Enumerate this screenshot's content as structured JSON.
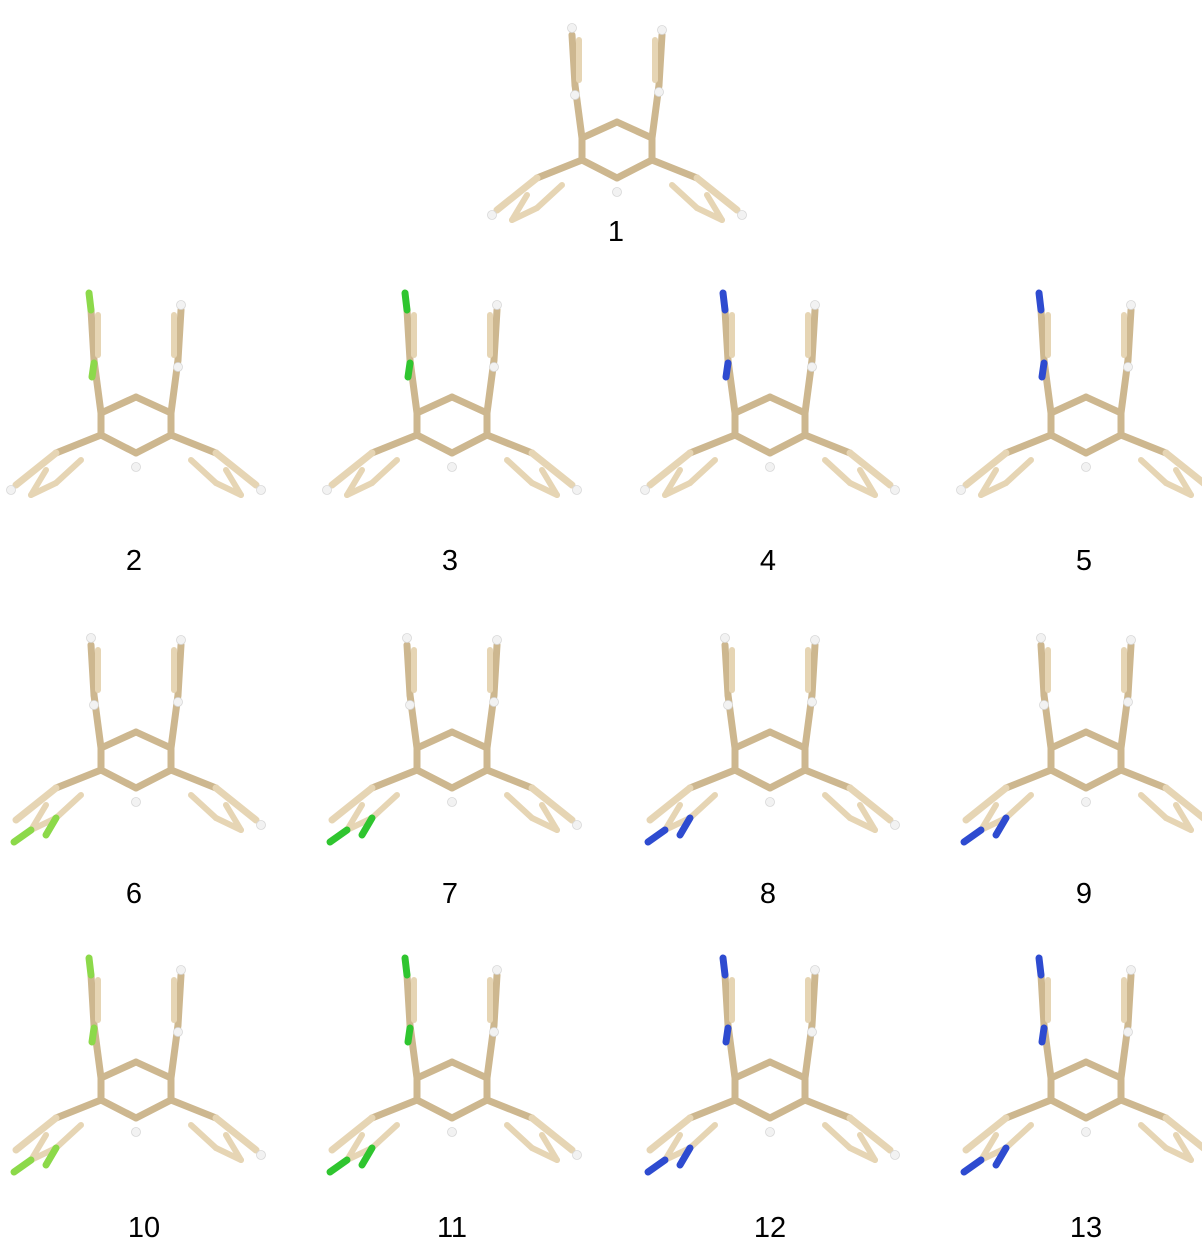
{
  "structures": [
    {
      "label": "1",
      "substituent": "none",
      "position": "none"
    },
    {
      "label": "2",
      "substituent": "fluoro",
      "position": "upper"
    },
    {
      "label": "3",
      "substituent": "chloro",
      "position": "upper"
    },
    {
      "label": "4",
      "substituent": "cyano",
      "position": "upper"
    },
    {
      "label": "5",
      "substituent": "amino",
      "position": "upper"
    },
    {
      "label": "6",
      "substituent": "fluoro",
      "position": "lower"
    },
    {
      "label": "7",
      "substituent": "chloro",
      "position": "lower"
    },
    {
      "label": "8",
      "substituent": "cyano",
      "position": "lower"
    },
    {
      "label": "9",
      "substituent": "amino",
      "position": "lower"
    },
    {
      "label": "10",
      "substituent": "fluoro",
      "position": "both"
    },
    {
      "label": "11",
      "substituent": "chloro",
      "position": "both"
    },
    {
      "label": "12",
      "substituent": "cyano",
      "position": "both"
    },
    {
      "label": "13",
      "substituent": "amino",
      "position": "both"
    }
  ],
  "colors": {
    "carbon": "#cdb78f",
    "carbon_light": "#e6d5b4",
    "hydrogen": "#f2f2f2",
    "fluoro": "#8cd94a",
    "chloro": "#2fc52f",
    "nitrogen": "#2e4bd0",
    "background": "#ffffff"
  }
}
